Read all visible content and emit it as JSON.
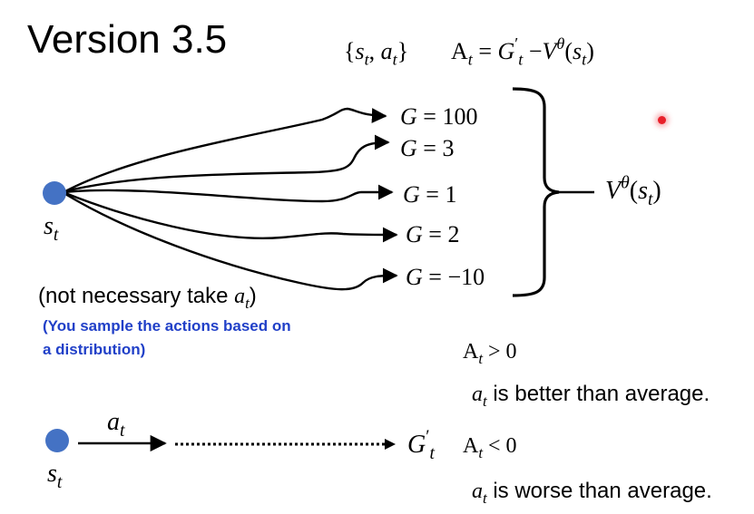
{
  "title": "Version 3.5",
  "header": {
    "pair": {
      "open": "{",
      "s": "s",
      "t1": "t",
      "comma": ",",
      "a": "a",
      "t2": "t",
      "close": "}"
    },
    "advantage": {
      "A": "A",
      "t": "t",
      "eq": "=",
      "G": "G",
      "prime": "′",
      "tsub": "t",
      "minus": "−",
      "V": "V",
      "theta": "θ",
      "arg_open": "(",
      "s": "s",
      "t2": "t",
      "arg_close": ")"
    }
  },
  "state_label": {
    "s": "s",
    "t": "t"
  },
  "outcomes": [
    {
      "G": "G",
      "eq": "=",
      "value": "100"
    },
    {
      "G": "G",
      "eq": "=",
      "value": "3"
    },
    {
      "G": "G",
      "eq": "=",
      "value": "1"
    },
    {
      "G": "G",
      "eq": "=",
      "value": "2"
    },
    {
      "G": "G",
      "eq": "=",
      "value": "−10"
    }
  ],
  "value_label": {
    "V": "V",
    "theta": "θ",
    "open": "(",
    "s": "s",
    "t": "t",
    "close": ")"
  },
  "note": {
    "prefix": "(not necessary take ",
    "a": "a",
    "t": "t",
    "suffix": ")"
  },
  "sampling_note": {
    "line1": "(You sample the actions based on",
    "line2": "a distribution)"
  },
  "bottom": {
    "state": {
      "s": "s",
      "t": "t"
    },
    "action": {
      "a": "a",
      "t": "t"
    },
    "return": {
      "G": "G",
      "prime": "′",
      "t": "t"
    }
  },
  "rules": [
    {
      "A": "A",
      "t": "t",
      "op": "> 0",
      "a": "a",
      "at": "t",
      "text": " is better than average."
    },
    {
      "A": "A",
      "t": "t",
      "op": "< 0",
      "a": "a",
      "at": "t",
      "text": " is worse than average."
    }
  ],
  "colors": {
    "node": "#4472c4",
    "blue_text": "#2140c8",
    "pointer": "#e8202a"
  }
}
